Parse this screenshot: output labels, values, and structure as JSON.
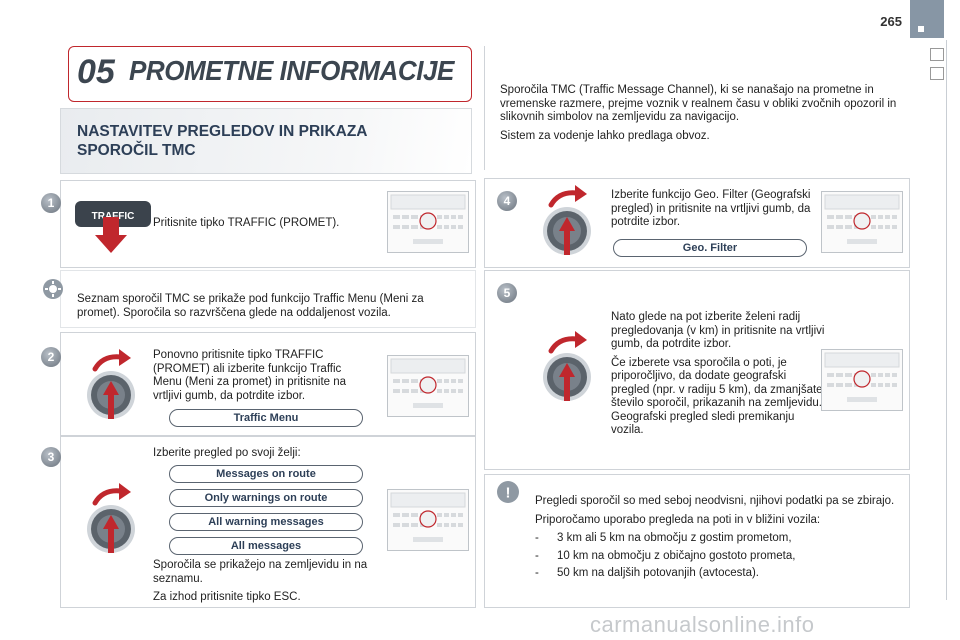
{
  "page_number": "265",
  "header": {
    "chapter_number": "05",
    "chapter_title": "PROMETNE INFORMACIJE"
  },
  "section_title_line1": "NASTAVITEV PREGLEDOV IN PRIKAZA",
  "section_title_line2": "SPOROČIL TMC",
  "intro": {
    "p1": "Sporočila TMC (Traffic Message Channel), ki se nanašajo na prometne in vremenske razmere, prejme voznik v realnem času v obliki zvočnih opozoril in slikovnih simbolov na zemljevidu za navigacijo.",
    "p2": "Sistem za vodenje lahko predlaga obvoz."
  },
  "traffic_key_label": "TRAFFIC",
  "steps": {
    "s1": {
      "number": "1",
      "text": "Pritisnite tipko TRAFFIC (PROMET)."
    },
    "tip": {
      "text": "Seznam sporočil TMC se prikaže pod funkcijo Traffic Menu (Meni za promet). Sporočila so razvrščena glede na oddaljenost vozila."
    },
    "s2": {
      "number": "2",
      "text": "Ponovno pritisnite tipko TRAFFIC (PROMET) ali izberite funkcijo Traffic Menu (Meni za promet) in pritisnite na vrtljivi gumb, da potrdite izbor.",
      "button": "Traffic Menu"
    },
    "s3": {
      "number": "3",
      "text": "Izberite pregled po svoji želji:",
      "options": [
        "Messages on route",
        "Only warnings on route",
        "All warning messages",
        "All messages"
      ],
      "after1": "Sporočila se prikažejo na zemljevidu in na seznamu.",
      "after2": "Za izhod pritisnite tipko ESC."
    },
    "s4": {
      "number": "4",
      "text": "Izberite funkcijo Geo. Filter (Geografski pregled) in pritisnite na vrtljivi gumb, da potrdite izbor.",
      "button": "Geo. Filter"
    },
    "s5": {
      "number": "5",
      "p1": "Nato glede na pot izberite želeni radij pregledovanja (v km) in pritisnite na vrtljivi gumb, da potrdite izbor.",
      "p2": "Če izberete vsa sporočila o poti, je priporočljivo, da dodate geografski pregled (npr. v radiju 5 km), da zmanjšate število sporočil, prikazanih na zemljevidu. Geografski pregled sledi premikanju vozila."
    },
    "warning": {
      "icon_mark": "!",
      "p1": "Pregledi sporočil so med seboj neodvisni, njihovi podatki pa se zbirajo.",
      "p2": "Priporočamo uporabo pregleda na poti in v bližini vozila:",
      "items": [
        "3 km ali 5 km na območju z gostim prometom,",
        "10 km na območju z običajno gostoto prometa,",
        "50 km na daljših potovanjih (avtocesta)."
      ],
      "dash": "-"
    }
  },
  "watermark": "carmanualsonline.info",
  "icons": [
    "traffic-key-icon",
    "rotary-knob-icon",
    "radio-panel-icon",
    "gear-tip-icon",
    "warning-icon",
    "arrow-icon"
  ],
  "colors": {
    "accent_red": "#c0272d",
    "panel_border": "#cfd3d8",
    "sidebar_tab": "#7f8c99"
  }
}
